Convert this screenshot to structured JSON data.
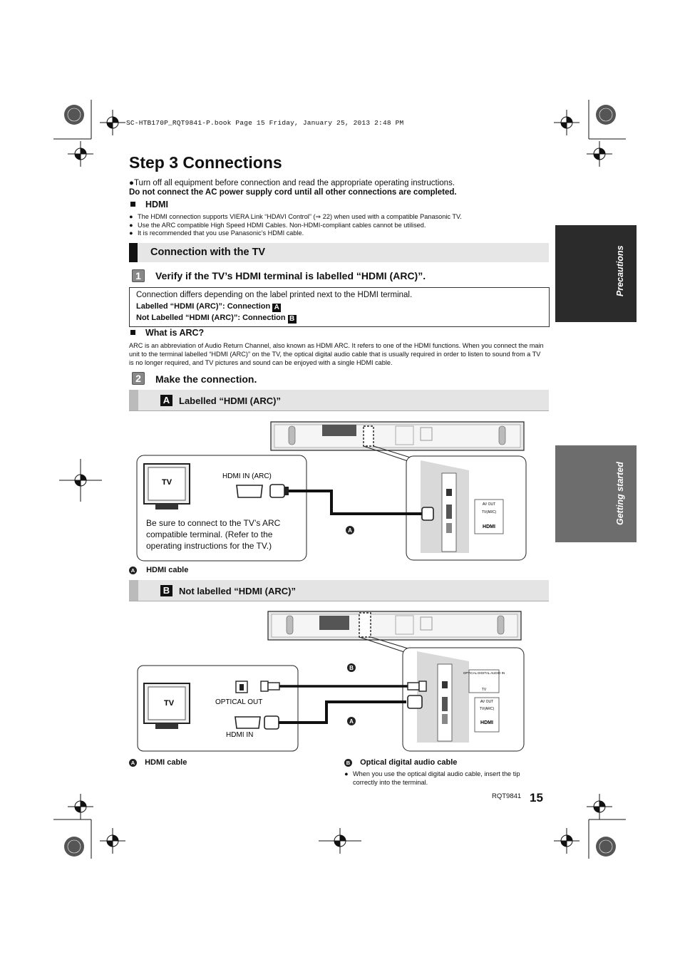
{
  "header_line": "SC-HTB170P_RQT9841-P.book  Page 15  Friday, January 25, 2013  2:48 PM",
  "title": "Step 3  Connections",
  "intro": {
    "line1": "●Turn off all equipment before connection and read the appropriate operating instructions.",
    "line2": "Do not connect the AC power supply cord until all other connections are completed."
  },
  "hdmi": {
    "heading": "HDMI",
    "bullets": [
      "The HDMI connection supports VIERA Link “HDAVI Control” (⇒ 22) when used with a compatible Panasonic TV.",
      "Use the ARC compatible High Speed HDMI Cables. Non-HDMI-compliant cables cannot be utilised.",
      "It is recommended that you use Panasonic’s HDMI cable."
    ]
  },
  "section": "Connection with the TV",
  "step1": {
    "num": "1",
    "text": "Verify if the TV’s HDMI terminal is labelled “HDMI (ARC)”."
  },
  "box": {
    "line1": "Connection differs depending on the label printed next to the HDMI terminal.",
    "line2": "Labelled “HDMI (ARC)”: Connection",
    "line3": "Not Labelled “HDMI (ARC)”: Connection",
    "tagA": "A",
    "tagB": "B"
  },
  "arc": {
    "heading": "What is ARC?",
    "text": "ARC is an abbreviation of Audio Return Channel, also known as HDMI ARC. It refers to one of the HDMI functions. When you connect the main unit to the terminal labelled “HDMI (ARC)” on the TV, the optical digital audio cable that is usually required in order to listen to sound from a TV is no longer required, and TV pictures and sound can be enjoyed with a single HDMI cable."
  },
  "step2": {
    "num": "2",
    "text": "Make the connection."
  },
  "connA": {
    "letter": "A",
    "title": "Labelled “HDMI (ARC)”",
    "tv_label": "TV",
    "port_label": "HDMI IN (ARC)",
    "note": "Be sure to connect to the TV’s ARC compatible terminal. (Refer to the operating instructions for the TV.)",
    "callout": "A",
    "panel_av_out": "AV OUT",
    "panel_tv_arc": "TV(ARC)",
    "panel_hdmi": "HDMI",
    "legend_letter": "A",
    "legend": "HDMI cable"
  },
  "connB": {
    "letter": "B",
    "title": "Not labelled “HDMI (ARC)”",
    "tv_label": "TV",
    "optical_label": "OPTICAL OUT",
    "hdmi_label": "HDMI IN",
    "callout_b": "B",
    "callout_a": "A",
    "panel_optical": "OPTICAL DIGITAL AUDIO IN",
    "panel_tv": "TV",
    "panel_av_out": "AV OUT",
    "panel_tv_arc": "TV(ARC)",
    "panel_hdmi": "HDMI",
    "legend_a_letter": "A",
    "legend_a": "HDMI cable",
    "legend_b_letter": "B",
    "legend_b": "Optical digital audio cable",
    "legend_b_note": "When you use the optical digital audio cable, insert the tip correctly into the terminal."
  },
  "side_tabs": {
    "top": "Precautions",
    "bottom": "Getting started"
  },
  "footer": {
    "code": "RQT9841",
    "page": "15"
  }
}
